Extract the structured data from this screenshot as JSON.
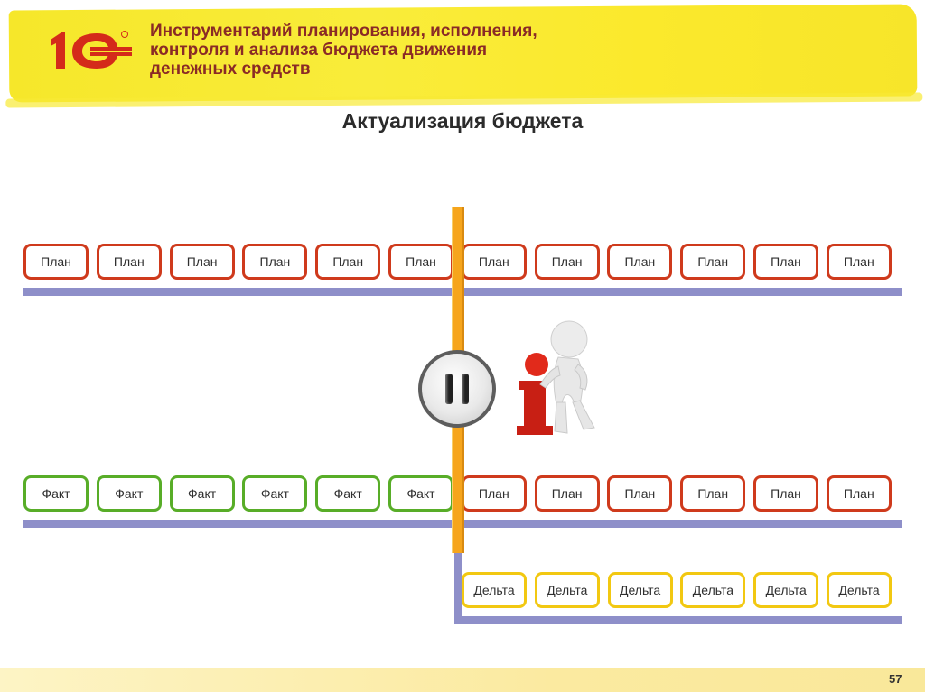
{
  "header": {
    "title_lines": [
      "Инструментарий планирования, исполнения,",
      "контроля и анализа бюджета движения",
      "денежных средств"
    ]
  },
  "slide": {
    "subtitle": "Актуализация бюджета",
    "page_number": "57"
  },
  "rows": {
    "row1": [
      "План",
      "План",
      "План",
      "План",
      "План",
      "План",
      "План",
      "План",
      "План",
      "План",
      "План",
      "План"
    ],
    "row2": [
      "Факт",
      "Факт",
      "Факт",
      "Факт",
      "Факт",
      "Факт",
      "План",
      "План",
      "План",
      "План",
      "План",
      "План"
    ],
    "row3": [
      "Дельта",
      "Дельта",
      "Дельта",
      "Дельта",
      "Дельта",
      "Дельта"
    ]
  },
  "colors": {
    "plan_border": "#cf3a1c",
    "fact_border": "#58ad28",
    "delta_border": "#f2c811",
    "title_text": "#8a2a26",
    "rail": "#8e8fc9",
    "divider": "#f6a51c"
  },
  "icons": {
    "logo": "1c-logo",
    "pause": "pause-button-icon",
    "info_figure": "info-figure-icon"
  }
}
